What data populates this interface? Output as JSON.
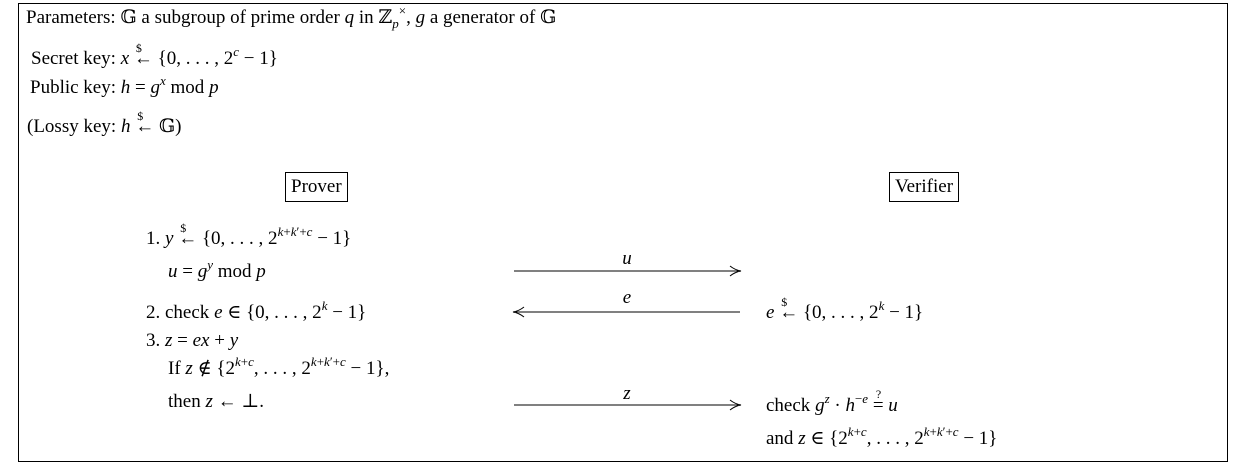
{
  "params": {
    "label": "Parameters:",
    "text1": "a subgroup of prime order",
    "text2": "in",
    "text3": "a generator of",
    "bb_G": "𝔾",
    "bb_Z": "ℤ"
  },
  "keys": {
    "secret_label": "Secret key:",
    "public_label": "Public key:",
    "lossy_open": "(Lossy key:",
    "lossy_close": ")",
    "mod": "mod"
  },
  "roles": {
    "prover": "Prover",
    "verifier": "Verifier"
  },
  "steps": {
    "s1": "1.",
    "s2": "2. check",
    "s3": "3.",
    "if": "If",
    "then": "then",
    "check": "check",
    "and": "and"
  },
  "messages": {
    "m1": "u",
    "m2": "e",
    "m3": "z"
  }
}
